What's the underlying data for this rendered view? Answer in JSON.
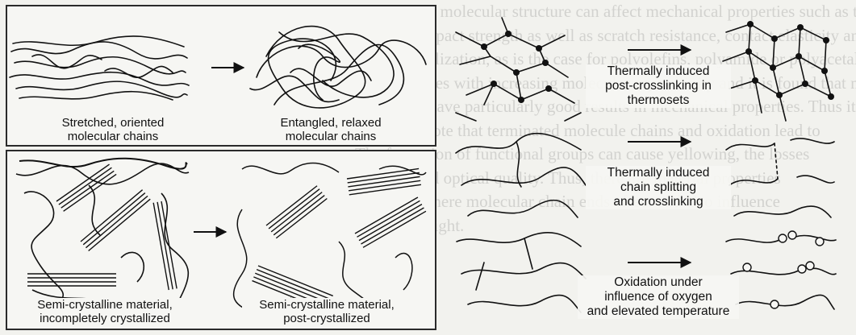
{
  "background_text": [
    "A change in molecular structure can affect mechanical properties such as tensile",
    "strength, impact strength as well as scratch resistance, contact elasticity and shrinkage.",
    "Post-crystallization, as is the case for polyolefins, polyamide or polyacetal, usually",
    "thus increases with increasing molecular crystallinity and it is found that materials",
    "which can have particularly good results in mechanical properties. Thus it is of",
    "particular note that terminated molecule chains and oxidation lead to",
    "The formation of functional groups can cause yellowing, the losses",
    "material and optical quality. Thus, there are material properties",
    "reduced. Where molecular chain ends affect and also influence",
    "ultraviolet light."
  ],
  "left_labels": {
    "stretched": [
      "Stretched, oriented",
      "molecular chains"
    ],
    "entangled": [
      "Entangled, relaxed",
      "molecular chains"
    ],
    "incomplete": [
      "Semi-crystalline material,",
      "incompletely crystallized"
    ],
    "post": [
      "Semi-crystalline material,",
      "post-crystallized"
    ]
  },
  "right_labels": {
    "crosslinking": [
      "Thermally induced",
      "post-crosslinking in",
      "thermosets"
    ],
    "splitting": [
      "Thermally induced",
      "chain splitting",
      "and crosslinking"
    ],
    "oxidation": [
      "Oxidation under",
      "influence of oxygen",
      "and elevated temperature"
    ]
  },
  "colors": {
    "ink": "#111111",
    "panel_border": "#2a2a2a",
    "background": "#f2f2ee"
  }
}
